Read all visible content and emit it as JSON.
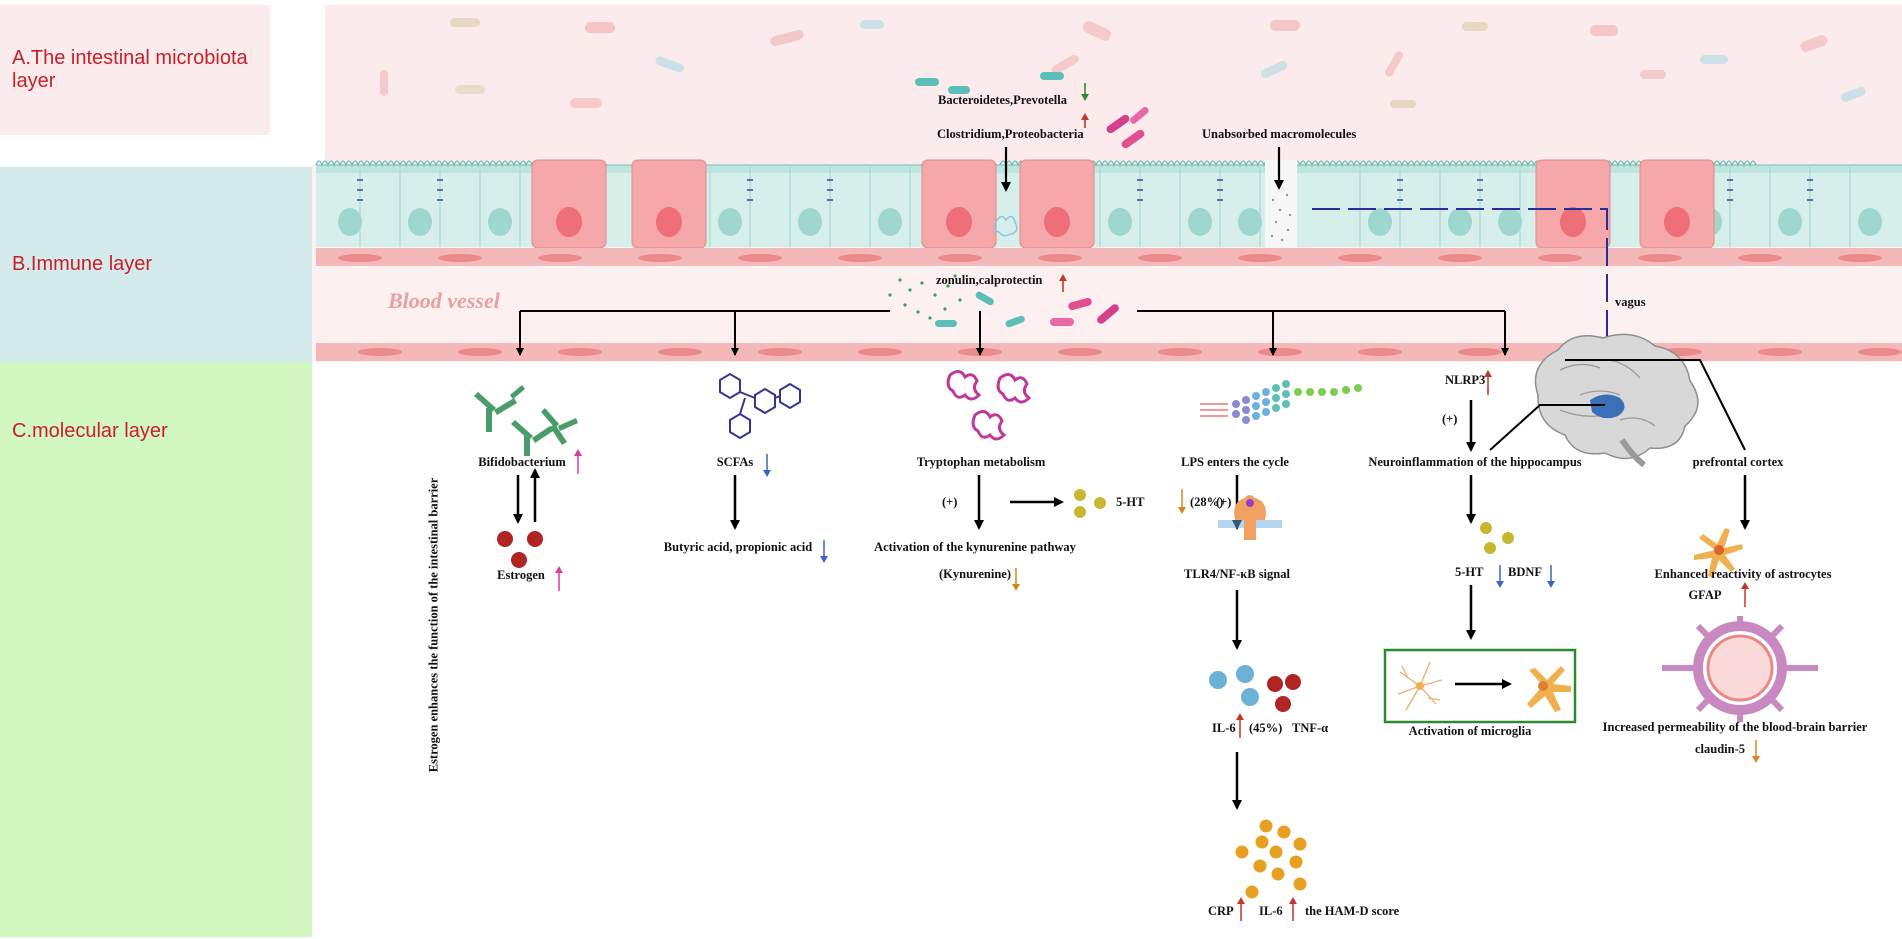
{
  "layers": {
    "a": "A.The intestinal microbiota layer",
    "b": "B.Immune layer",
    "c": "C.molecular layer"
  },
  "labels": {
    "bacteroidetes": "Bacteroidetes,Prevotella",
    "clostridium": "Clostridium,Proteobacteria",
    "unabsorbed": "Unabsorbed macromolecules",
    "zonulin": "zonulin,calprotectin",
    "blood_vessel": "Blood vessel",
    "vagus": "vagus",
    "estrogen_barrier": "Estrogen enhances the function of the intestinal barrier",
    "bifidobacterium": "Bifidobacterium",
    "estrogen": "Estrogen",
    "scfas": "SCFAs",
    "butyric": "Butyric acid, propionic acid",
    "tryptophan": "Tryptophan metabolism",
    "plus1": "(+)",
    "ht5_a": "5-HT",
    "pct28": "(28%)",
    "kynurenine_path": "Activation of the kynurenine pathway",
    "kynurenine": "(Kynurenine)",
    "lps": "LPS enters the cycle",
    "plus2": "(+)",
    "tlr4": "TLR4/NF-κB signal",
    "il6": "IL-6",
    "pct45": "(45%)",
    "tnf": "TNF-α",
    "crp": "CRP",
    "il6b": "IL-6",
    "hamd": "the HAM-D score",
    "nlrp3": "NLRP3",
    "plus3": "(+)",
    "neuroinflammation": "Neuroinflammation of the hippocampus",
    "ht5_b": "5-HT",
    "bdnf": "BDNF",
    "microglia": "Activation of microglia",
    "prefrontal": "prefrontal cortex",
    "astrocytes": "Enhanced reactivity of astrocytes",
    "gfap": "GFAP",
    "bbb": "Increased permeability of the blood-brain barrier",
    "claudin": "claudin-5"
  },
  "colors": {
    "microbiota_bg": "#fcebec",
    "immune_bg": "#d5eaea",
    "molecular_bg": "#d3f7c0",
    "layer_text": "#c8202a",
    "up_red": "#c0392b",
    "up_pink": "#d63f9e",
    "down_green": "#2e8b2e",
    "down_blue": "#3f63c8",
    "down_orange": "#d4881e",
    "microglia_box": "#2f8a2f",
    "vagus_line": "#2b2b9e"
  }
}
